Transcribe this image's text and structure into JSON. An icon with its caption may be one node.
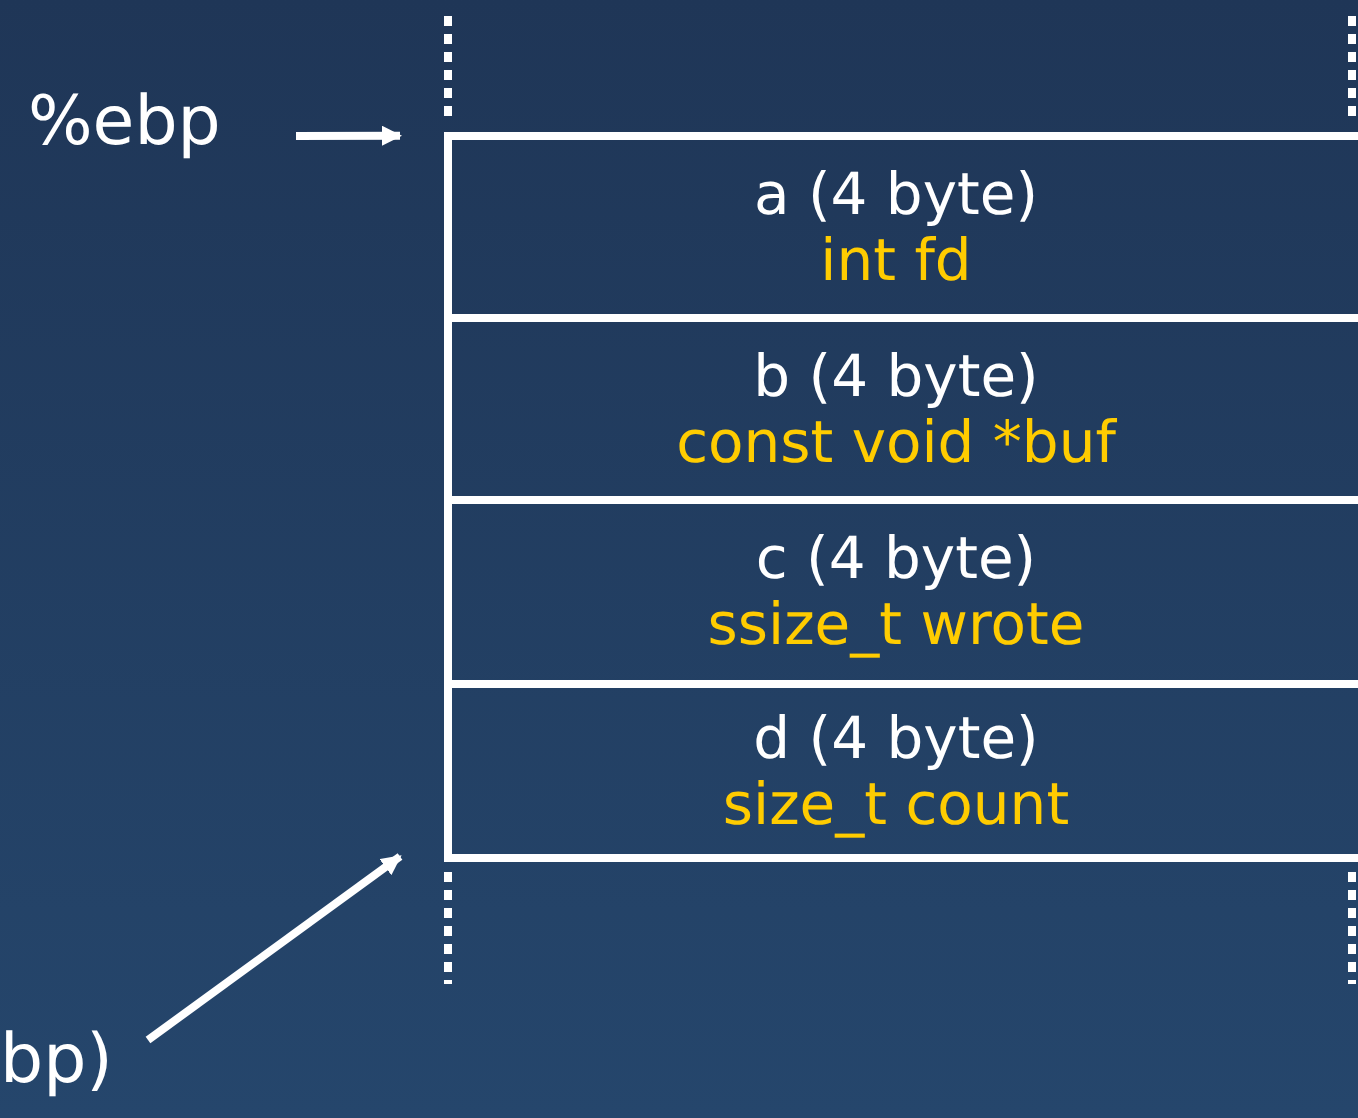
{
  "diagram": {
    "nodes": [
      {
        "text": [
          "%ebp"
        ]
      },
      {
        "text": [
          "a (4 byte)",
          "int fd"
        ]
      },
      {
        "text": [
          "b (4 byte)",
          "const void *buf"
        ]
      },
      {
        "text": [
          "c (4 byte)",
          "ssize_t wrote"
        ]
      },
      {
        "text": [
          "d (4 byte)",
          "size_t count"
        ]
      },
      {
        "text": [
          "bp)"
        ]
      }
    ],
    "edges": [
      {
        "from": 0,
        "to": 1,
        "arrow": "to"
      },
      {
        "from": 5,
        "to": 4,
        "arrow": "to"
      }
    ]
  }
}
